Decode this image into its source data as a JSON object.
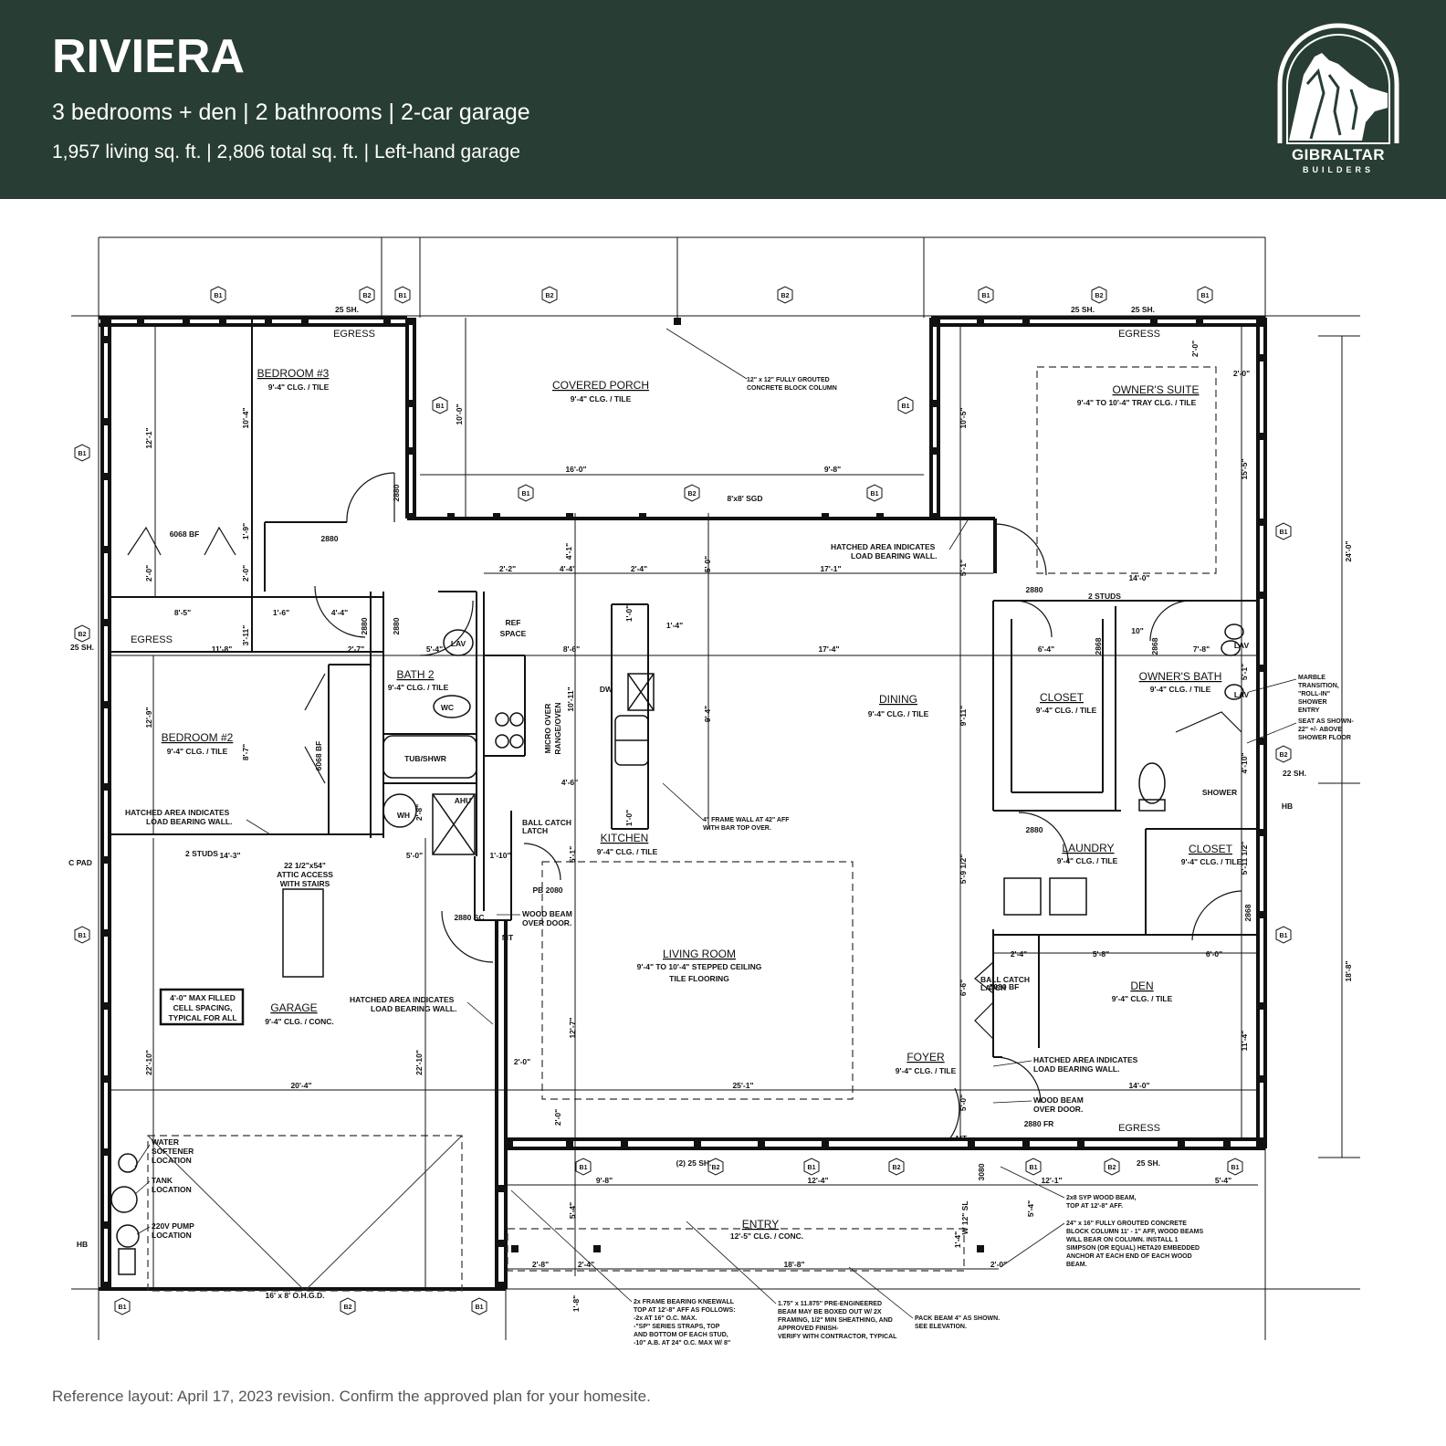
{
  "header": {
    "title": "RIVIERA",
    "subtitle": "3 bedrooms + den | 2 bathrooms | 2-car garage",
    "specs": "1,957 living sq. ft. | 2,806 total sq. ft. | Left-hand garage",
    "logo_name": "GIBRALTAR",
    "logo_sub": "BUILDERS",
    "bg_color": "#283d33"
  },
  "rooms": {
    "bedroom3": {
      "name": "BEDROOM #3",
      "note": "9'-4\" CLG. / TILE"
    },
    "porch": {
      "name": "COVERED PORCH",
      "note": "9'-4\" CLG. / TILE"
    },
    "owners_suite": {
      "name": "OWNER'S SUITE",
      "note": "9'-4\" TO 10'-4\" TRAY CLG. / TILE"
    },
    "bath2": {
      "name": "BATH 2",
      "note": "9'-4\" CLG. / TILE"
    },
    "bedroom2": {
      "name": "BEDROOM #2",
      "note": "9'-4\" CLG. / TILE"
    },
    "dining": {
      "name": "DINING",
      "note": "9'-4\" CLG. / TILE"
    },
    "closet1": {
      "name": "CLOSET",
      "note": "9'-4\" CLG. / TILE"
    },
    "owners_bath": {
      "name": "OWNER'S BATH",
      "note": "9'-4\" CLG. / TILE"
    },
    "kitchen": {
      "name": "KITCHEN",
      "note": "9'-4\" CLG. / TILE"
    },
    "laundry": {
      "name": "LAUNDRY",
      "note": "9'-4\" CLG. / TILE"
    },
    "closet2": {
      "name": "CLOSET",
      "note": "9'-4\" CLG. / TILE"
    },
    "living": {
      "name": "LIVING ROOM",
      "note": "9'-4\" TO 10'-4\" STEPPED CEILING",
      "note2": "TILE FLOORING"
    },
    "garage": {
      "name": "GARAGE",
      "note": "9'-4\" CLG. / CONC."
    },
    "den": {
      "name": "DEN",
      "note": "9'-4\" CLG. / TILE"
    },
    "foyer": {
      "name": "FOYER",
      "note": "9'-4\" CLG. / TILE"
    },
    "entry": {
      "name": "ENTRY",
      "note": "12'-5\" CLG. / CONC."
    }
  },
  "labels": {
    "egress": "EGRESS",
    "lav": "LAV",
    "wc": "WC",
    "tub": "TUB/SHWR",
    "wh": "WH",
    "ahu": "AHU",
    "ref": "REF",
    "space": "SPACE",
    "dw": "DW",
    "shower": "SHOWER",
    "micro1": "MICRO OVER",
    "micro2": "RANGE/OVEN",
    "bf6068": "6068 BF",
    "bf5080": "5080 BF",
    "sgd": "8'x8' SGD",
    "ohgd": "16' x 8' O.H.G.D.",
    "attic1": "22 1/2\"x54\"",
    "attic2": "ATTIC ACCESS",
    "attic3": "WITH STAIRS",
    "cell1": "4'-0\" MAX FILLED",
    "cell2": "CELL SPACING,",
    "cell3": "TYPICAL FOR ALL",
    "hatch1": "HATCHED AREA INDICATES",
    "hatch2": "LOAD BEARING WALL.",
    "wood1": "WOOD BEAM",
    "wood2": "OVER DOOR.",
    "soft1": "WATER",
    "soft2": "SOFTENER",
    "soft3": "LOCATION",
    "tank1": "TANK",
    "tank2": "LOCATION",
    "pump1": "220V PUMP",
    "pump2": "LOCATION",
    "col1": "12\" x 12\" FULLY GROUTED",
    "col2": "CONCRETE BLOCK COLUMN",
    "studs": "2 STUDS",
    "door2880": "2880",
    "door2880sc": "2880 SC",
    "door2880fr": "2880 FR",
    "door2868": "2868",
    "pb2080": "PB 2080",
    "mt": "MT",
    "hb": "HB",
    "ballcatch1": "BALL CATCH",
    "ballcatch2": "LATCH",
    "sh25": "25 SH.",
    "sh22": "22 SH.",
    "sh25x2": "(2) 25 SH.",
    "w12sl": "W 12\" SL",
    "frame1": "4\" FRAME WALL AT 42\" AFF",
    "frame2": "WITH BAR TOP OVER.",
    "marble1": "MARBLE",
    "marble2": "TRANSITION,",
    "marble3": "\"ROLL-IN\"",
    "marble4": "SHOWER",
    "marble5": "ENTRY",
    "seat1": "SEAT AS SHOWN-",
    "seat2": "22\" +/- ABOVE",
    "seat3": "SHOWER FLOOR",
    "syp1": "2x8 SYP WOOD BEAM,",
    "syp2": "TOP AT 12'-8\" AFF.",
    "blk1": "24\" x 16\" FULLY GROUTED CONCRETE",
    "blk2": "BLOCK COLUMN 11' - 1\" AFF, WOOD BEAMS",
    "blk3": "WILL BEAR ON COLUMN. INSTALL 1",
    "blk4": "SIMPSON (OR EQUAL) HETA20 EMBEDDED",
    "blk5": "ANCHOR AT EACH END OF EACH WOOD",
    "blk6": "BEAM.",
    "knee1": "2x FRAME BEARING KNEEWALL",
    "knee2": "TOP AT 12'-8\" AFF AS FOLLOWS:",
    "knee3": "-2x AT 16\" O.C. MAX.",
    "knee4": "-\"SP\" SERIES STRAPS, TOP",
    "knee5": "AND BOTTOM OF EACH STUD,",
    "knee6": "-10\" A.B. AT 24\" O.C. MAX W/ 8\"",
    "eng1": "1.75\" x 11.875\" PRE-ENGINEERED",
    "eng2": "BEAM MAY BE BOXED OUT W/ 2X",
    "eng3": "FRAMING, 1/2\" MIN SHEATHING, AND",
    "eng4": "APPROVED FINISH-",
    "eng5": "VERIFY WITH CONTRACTOR, TYPICAL",
    "pack1": "PACK BEAM 4\" AS SHOWN.",
    "pack2": "SEE ELEVATION.",
    "pad": "C PAD"
  },
  "beams": {
    "b1": "B1",
    "b2": "B2"
  },
  "dims": {
    "d12_1": "12'-1\"",
    "d10_4": "10'-4\"",
    "d10_0": "10'-0\"",
    "d10_5": "10'-5\"",
    "d2_0": "2'-0\"",
    "d16_0": "16'-0\"",
    "d9_8": "9'-8\"",
    "d15_5": "15'-5\"",
    "d24_0": "24'-0\"",
    "d1_9": "1'-9\"",
    "d2_2": "2'-2\"",
    "d4_4": "4'-4\"",
    "d2_4": "2'-4\"",
    "d5_0": "5'-0\"",
    "d17_1": "17'-1\"",
    "d5_1": "5'-1\"",
    "d14_0": "14'-0\"",
    "d8_5": "8'-5\"",
    "d1_6": "1'-6\"",
    "d11_8": "11'-8\"",
    "d3_11": "3'-11\"",
    "d2_7": "2'-7\"",
    "d5_4": "5'-4\"",
    "d8_6": "8'-6\"",
    "d17_4": "17'-4\"",
    "d6_4": "6'-4\"",
    "d10": "10\"",
    "d7_8": "7'-8\"",
    "d12_9": "12'-9\"",
    "d8_7": "8'-7\"",
    "d10_11": "10'-11\"",
    "d9_4": "9'-4\"",
    "d9_11": "9'-11\"",
    "d1_4": "1'-4\"",
    "d1_0": "1'-0\"",
    "d4_10": "4'-10\"",
    "d4_6": "4'-6\"",
    "d14_3": "14'-3\"",
    "d2_8": "2'-8\"",
    "d1_10": "1'-10\"",
    "d5_9": "5'-9 1/2\"",
    "d5_11": "5'-11 1/2\"",
    "d18_8": "18'-8\"",
    "d5_8": "5'-8\"",
    "d6_0": "6'-0\"",
    "d6_6": "6'-6\"",
    "d11_4": "11'-4\"",
    "d22_10": "22'-10\"",
    "d12_7": "12'-7\"",
    "d20_4": "20'-4\"",
    "d25_1": "25'-1\"",
    "d12_4": "12'-4\"",
    "d12_1b": "12'-1\"",
    "d5_4b": "5'-4\"",
    "d18_8b": "18'-8\"",
    "d1_8": "1'-8\"",
    "d3080": "3080",
    "d4_1": "4'-1\""
  },
  "footer": {
    "note": "Reference layout: April 17, 2023 revision. Confirm the approved plan for your homesite."
  }
}
